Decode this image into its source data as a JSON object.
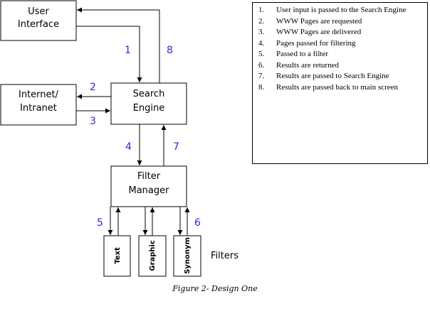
{
  "boxes": {
    "user_interface": [
      "User",
      "Interface"
    ],
    "internet": [
      "Internet/",
      "Intranet"
    ],
    "search_engine": [
      "Search",
      "Engine"
    ],
    "filter_manager": [
      "Filter",
      "Manager"
    ]
  },
  "filters": {
    "text": "Text",
    "graphic": "Graphic",
    "synonym": "Synonym",
    "label": "Filters"
  },
  "arrow_numbers": [
    "1",
    "8",
    "2",
    "3",
    "4",
    "7",
    "5",
    "6"
  ],
  "legend": [
    {
      "n": "1.",
      "text": "User input is passed to the Search Engine"
    },
    {
      "n": "2.",
      "text": "WWW Pages are requested"
    },
    {
      "n": "3.",
      "text": "WWW Pages are delivered"
    },
    {
      "n": "4.",
      "text": "Pages passed for filtering"
    },
    {
      "n": "5.",
      "text": "Passed to a filter"
    },
    {
      "n": "6.",
      "text": "Results are returned"
    },
    {
      "n": "7.",
      "text": "Results are passed to Search Engine"
    },
    {
      "n": "8.",
      "text": "Results are passed back to main screen"
    }
  ],
  "caption": "Figure 2- Design One",
  "colors": {
    "numbers": "#2b2bd1",
    "lines": "#000000"
  }
}
